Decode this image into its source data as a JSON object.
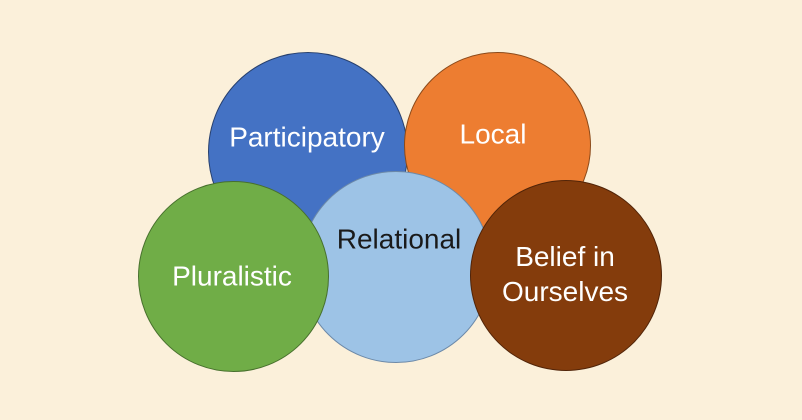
{
  "canvas": {
    "background": "#FBF0DA"
  },
  "diagram": {
    "type": "overlapping-circles-venn",
    "circles": [
      {
        "id": "participatory",
        "label": "Participatory",
        "fill": "#4472C4",
        "border": "#27406E",
        "text_color": "#FFFFFF"
      },
      {
        "id": "local",
        "label": "Local",
        "fill": "#ED7D31",
        "border": "#8C4A1A",
        "text_color": "#FFFFFF"
      },
      {
        "id": "relational",
        "label": "Relational",
        "fill": "#9DC3E6",
        "border": "#6C89A8",
        "text_color": "#1A1A1A"
      },
      {
        "id": "pluralistic",
        "label": "Pluralistic",
        "fill": "#70AD47",
        "border": "#47702D",
        "text_color": "#FFFFFF"
      },
      {
        "id": "belief-in-ourselves",
        "label": "Belief in Ourselves",
        "fill": "#843C0C",
        "border": "#512408",
        "text_color": "#FFFFFF"
      }
    ]
  }
}
